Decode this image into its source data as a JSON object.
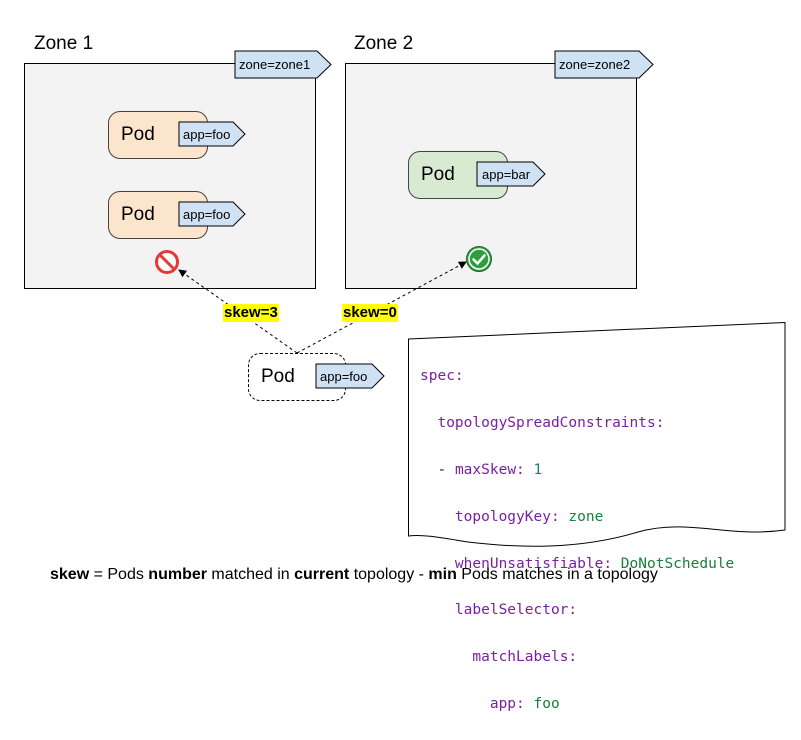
{
  "zones": [
    {
      "title": "Zone 1",
      "tag": "zone=zone1"
    },
    {
      "title": "Zone 2",
      "tag": "zone=zone2"
    }
  ],
  "pods": {
    "zone1_pod1": {
      "label": "Pod",
      "tag": "app=foo"
    },
    "zone1_pod2": {
      "label": "Pod",
      "tag": "app=foo"
    },
    "zone2_pod1": {
      "label": "Pod",
      "tag": "app=bar"
    },
    "incoming": {
      "label": "Pod",
      "tag": "app=foo"
    }
  },
  "skews": {
    "left": "skew=3",
    "right": "skew=0"
  },
  "status": {
    "zone1": "not-allowed-icon",
    "zone2": "check-icon"
  },
  "spec_code": {
    "spec": "spec:",
    "tsc": "topologySpreadConstraints:",
    "dash": "- ",
    "maxSkew_key": "maxSkew:",
    "maxSkew_val": "1",
    "topologyKey_key": "topologyKey:",
    "topologyKey_val": "zone",
    "when_key": "whenUnsatisfiable:",
    "when_val": "DoNotSchedule",
    "labelSelector_key": "labelSelector:",
    "matchLabels_key": "matchLabels:",
    "app_key": "app:",
    "app_val": "foo"
  },
  "footer": {
    "w1": "skew",
    "t1": " = Pods ",
    "w2": "number",
    "t2": " matched in ",
    "w3": "current",
    "t3": " topology - ",
    "w4": "min",
    "t4": " Pods matches in a topology"
  },
  "colors": {
    "zone_bg": "#f3f3f3",
    "tag_bg": "#cfe2f3",
    "pod_orange": "#fce5cd",
    "pod_green": "#d9ead3",
    "skew_highlight": "#ffff00",
    "deny_red": "#e53935",
    "ok_green": "#2e9e3e"
  }
}
